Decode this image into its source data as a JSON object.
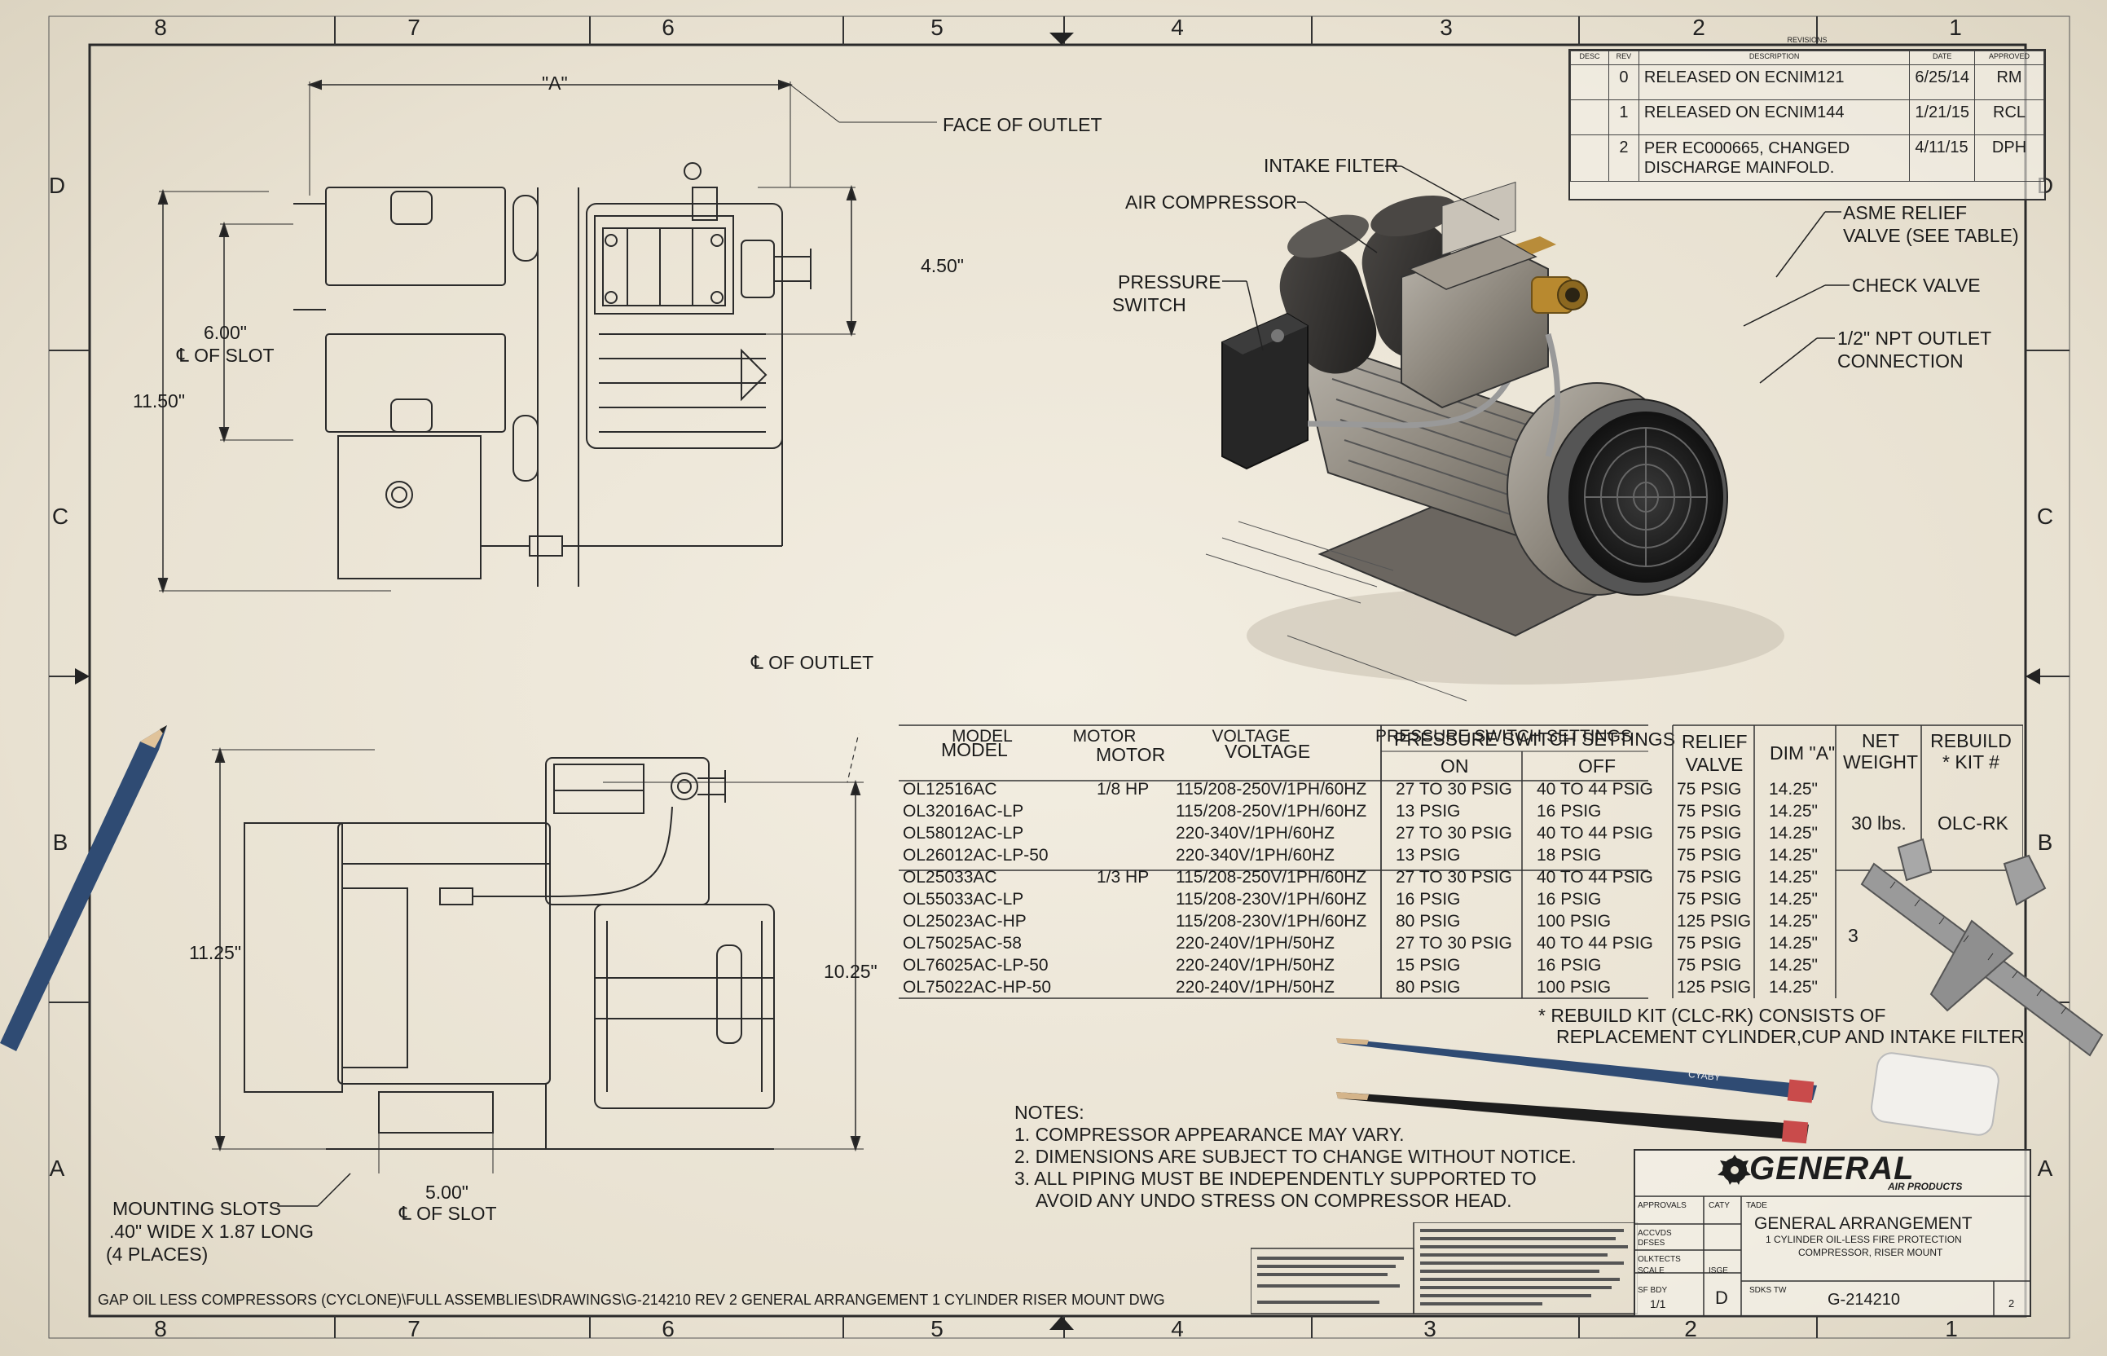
{
  "border": {
    "zones_top": [
      "8",
      "7",
      "6",
      "5",
      "4",
      "3",
      "2",
      "1"
    ],
    "zones_bottom": [
      "8",
      "7",
      "6",
      "5",
      "4",
      "3",
      "2",
      "1"
    ],
    "zones_left": [
      "D",
      "C",
      "B",
      "A"
    ],
    "zones_right": [
      "D",
      "C",
      "B",
      "A"
    ]
  },
  "top_view": {
    "dim_a": "\"A\"",
    "face_of_outlet": "FACE OF OUTLET",
    "dim_450": "4.50\"",
    "dim_600": "6.00\"",
    "cl_of_slot": "℄ OF SLOT",
    "dim_1150": "11.50\"",
    "cl_of_outlet": "℄ OF OUTLET"
  },
  "side_view": {
    "dim_1125": "11.25\"",
    "dim_1025": "10.25\"",
    "dim_500": "5.00\"",
    "cl_of_slot": "℄ OF SLOT",
    "mounting_slots": [
      "MOUNTING SLOTS",
      ".40\" WIDE X 1.87 LONG",
      "(4 PLACES)"
    ]
  },
  "callouts": {
    "intake_filter": "INTAKE FILTER",
    "air_compressor": "AIR COMPRESSOR",
    "pressure_switch": [
      "PRESSURE",
      "SWITCH"
    ],
    "asme_relief": [
      "ASME RELIEF",
      "VALVE (SEE TABLE)"
    ],
    "check_valve": "CHECK VALVE",
    "npt_outlet": [
      "1/2\" NPT OUTLET",
      "CONNECTION"
    ]
  },
  "revisions": {
    "title": "REVISIONS",
    "headers": [
      "DESC",
      "REV",
      "DESCRIPTION",
      "DATE",
      "APPROVED"
    ],
    "rows": [
      {
        "rev": "0",
        "desc": "RELEASED ON ECNIM121",
        "date": "6/25/14",
        "by": "RM"
      },
      {
        "rev": "1",
        "desc": "RELEASED ON ECNIM144",
        "date": "1/21/15",
        "by": "RCL"
      },
      {
        "rev": "2",
        "desc": "PER EC000665, CHANGED DISCHARGE MAINFOLD.",
        "date": "4/11/15",
        "by": "DPH"
      }
    ]
  },
  "spec_table": {
    "headers": {
      "model": "MODEL",
      "motor": "MOTOR",
      "voltage": "VOLTAGE",
      "pressure": "PRESSURE SWITCH SETTINGS",
      "on": "ON",
      "off": "OFF",
      "relief": "RELIEF VALVE",
      "dim_a": "DIM \"A\"",
      "weight": "NET WEIGHT",
      "kit": "REBUILD * KIT #"
    },
    "rows": [
      {
        "model": "OL12516AC",
        "motor": "1/8 HP",
        "voltage": "115/208-250V/1PH/60HZ",
        "on": "27 TO 30 PSIG",
        "off": "40 TO 44 PSIG",
        "relief": "75 PSIG",
        "dim": "14.25\""
      },
      {
        "model": "OL32016AC-LP",
        "motor": "",
        "voltage": "115/208-250V/1PH/60HZ",
        "on": "13 PSIG",
        "off": "16 PSIG",
        "relief": "75 PSIG",
        "dim": "14.25\""
      },
      {
        "model": "OL58012AC-LP",
        "motor": "",
        "voltage": "220-340V/1PH/60HZ",
        "on": "27 TO 30 PSIG",
        "off": "40 TO 44 PSIG",
        "relief": "75 PSIG",
        "dim": "14.25\""
      },
      {
        "model": "OL26012AC-LP-50",
        "motor": "",
        "voltage": "220-340V/1PH/60HZ",
        "on": "13 PSIG",
        "off": "18 PSIG",
        "relief": "75 PSIG",
        "dim": "14.25\""
      },
      {
        "model": "OL25033AC",
        "motor": "1/3 HP",
        "voltage": "115/208-250V/1PH/60HZ",
        "on": "27 TO 30 PSIG",
        "off": "40 TO 44 PSIG",
        "relief": "75 PSIG",
        "dim": "14.25\""
      },
      {
        "model": "OL55033AC-LP",
        "motor": "",
        "voltage": "115/208-230V/1PH/60HZ",
        "on": "16 PSIG",
        "off": "16 PSIG",
        "relief": "75 PSIG",
        "dim": "14.25\""
      },
      {
        "model": "OL25023AC-HP",
        "motor": "",
        "voltage": "115/208-230V/1PH/60HZ",
        "on": "80 PSIG",
        "off": "100 PSIG",
        "relief": "125 PSIG",
        "dim": "14.25\""
      },
      {
        "model": "OL75025AC-58",
        "motor": "",
        "voltage": "220-240V/1PH/50HZ",
        "on": "27 TO 30 PSIG",
        "off": "40 TO 44 PSIG",
        "relief": "75 PSIG",
        "dim": "14.25\""
      },
      {
        "model": "OL76025AC-LP-50",
        "motor": "",
        "voltage": "220-240V/1PH/50HZ",
        "on": "15 PSIG",
        "off": "16 PSIG",
        "relief": "75 PSIG",
        "dim": "14.25\""
      },
      {
        "model": "OL75022AC-HP-50",
        "motor": "",
        "voltage": "220-240V/1PH/50HZ",
        "on": "80 PSIG",
        "off": "100 PSIG",
        "relief": "125 PSIG",
        "dim": "14.25\""
      }
    ],
    "weight_1": "30 lbs.",
    "weight_2": "3",
    "kit_1": "OLC-RK",
    "footnote": [
      "* REBUILD KIT (CLC-RK) CONSISTS OF",
      "REPLACEMENT CYLINDER,CUP AND INTAKE FILTER"
    ]
  },
  "notes": {
    "title": "NOTES:",
    "items": [
      "1. COMPRESSOR APPEARANCE MAY VARY.",
      "2. DIMENSIONS ARE SUBJECT TO CHANGE WITHOUT NOTICE.",
      "3. ALL PIPING MUST BE INDEPENDENTLY SUPPORTED TO",
      "    AVOID ANY UNDO STRESS ON COMPRESSOR HEAD."
    ]
  },
  "title_block": {
    "logo": "GENERAL",
    "logo_sub": "AIR PRODUCTS",
    "title": "GENERAL ARRANGEMENT",
    "subtitle_1": "1 CYLINDER OIL-LESS FIRE PROTECTION",
    "subtitle_2": "COMPRESSOR, RISER MOUNT",
    "size": "D",
    "scale": "1/1",
    "drawing_no": "G-214210",
    "sheet": "2",
    "sheet_label": "SDKS TW",
    "labels": [
      "APPROVALS",
      "CATY",
      "TADE",
      "ACCVDS",
      "DFSES",
      "OLKTECTS",
      "SCALE",
      "ISGE",
      "SF BDY"
    ]
  },
  "pencil_label": "CYABY",
  "footer_path": "GAP OIL LESS COMPRESSORS (CYCLONE)\\FULL ASSEMBLIES\\DRAWINGS\\G-214210 REV 2 GENERAL ARRANGEMENT 1 CYLINDER  RISER MOUNT DWG",
  "colors": {
    "paper": "#efe9dc",
    "ink": "#1d1d1d",
    "pencil_blue": "#2f4b73"
  }
}
